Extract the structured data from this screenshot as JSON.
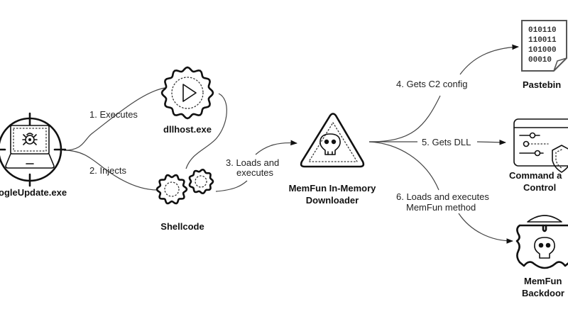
{
  "diagram": {
    "type": "attack-flow",
    "nodes": {
      "googleupdate": {
        "label": "ogleUpdate.exe",
        "icon": "laptop-target-icon"
      },
      "dllhost": {
        "label": "dllhost.exe",
        "icon": "gear-play-icon"
      },
      "shellcode": {
        "label": "Shellcode",
        "icon": "gears-icon"
      },
      "downloader": {
        "label_line1": "MemFun In-Memory",
        "label_line2": "Downloader",
        "icon": "warning-skull-icon"
      },
      "pastebin": {
        "label": "Pastebin",
        "icon": "binary-document-icon",
        "binary_lines": [
          "010110",
          "110011",
          "101000",
          "00010"
        ]
      },
      "c2": {
        "label_line1": "Command a",
        "label_line2": "Control",
        "icon": "control-panel-shield-icon"
      },
      "backdoor": {
        "label_line1": "MemFun",
        "label_line2": "Backdoor",
        "icon": "bug-skull-icon"
      }
    },
    "edges": {
      "e1": {
        "label": "1. Executes"
      },
      "e2": {
        "label": "2. Injects"
      },
      "e3": {
        "label_line1": "3. Loads and",
        "label_line2": "executes"
      },
      "e4": {
        "label": "4. Gets C2 config"
      },
      "e5": {
        "label": "5. Gets DLL"
      },
      "e6": {
        "label_line1": "6. Loads and executes",
        "label_line2": "MemFun method"
      }
    }
  }
}
